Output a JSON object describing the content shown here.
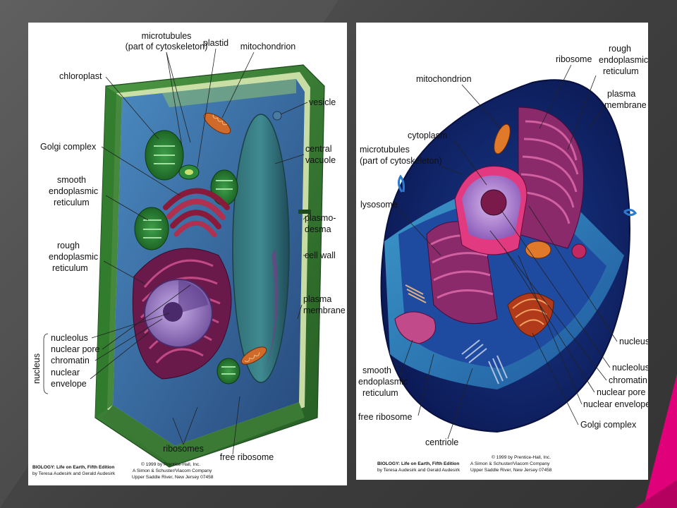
{
  "plant_cell": {
    "labels": {
      "microtubules": "microtubules",
      "microtubules_sub": "(part of cytoskeleton)",
      "plastid": "plastid",
      "mitochondrion": "mitochondrion",
      "chloroplast": "chloroplast",
      "vesicle": "vesicle",
      "golgi": "Golgi complex",
      "central_vacuole_1": "central",
      "central_vacuole_2": "vacuole",
      "smooth_er_1": "smooth",
      "smooth_er_2": "endoplasmic",
      "smooth_er_3": "reticulum",
      "plasmodesma_1": "plasmo-",
      "plasmodesma_2": "desma",
      "rough_er_1": "rough",
      "rough_er_2": "endoplasmic",
      "rough_er_3": "reticulum",
      "cell_wall": "cell wall",
      "plasma_membrane_1": "plasma",
      "plasma_membrane_2": "membrane",
      "nucleolus": "nucleolus",
      "nuclear_pore": "nuclear pore",
      "chromatin": "chromatin",
      "nuclear_envelope_1": "nuclear",
      "nuclear_envelope_2": "envelope",
      "nucleus_bracket": "nucleus",
      "ribosomes": "ribosomes",
      "free_ribosome": "free ribosome"
    },
    "credits": {
      "book_title": "BIOLOGY: Life on Earth, Fifth Edition",
      "authors": "by Teresa Audesirk and Gerald Audesirk",
      "copyright_1": "© 1999 by Prentice-Hall, Inc.",
      "copyright_2": "A Simon & Schuster/Viacom Company",
      "copyright_3": "Upper Saddle River, New Jersey 07458"
    }
  },
  "animal_cell": {
    "labels": {
      "ribosome": "ribosome",
      "rough_er_1": "rough",
      "rough_er_2": "endoplasmic",
      "rough_er_3": "reticulum",
      "mitochondrion": "mitochondrion",
      "plasma_membrane_1": "plasma",
      "plasma_membrane_2": "membrane",
      "cytoplasm": "cytoplasm",
      "microtubules_1": "microtubules",
      "microtubules_2": "(part of cytoskeleton)",
      "lysosome": "lysosome",
      "nucleus": "nucleus",
      "nucleolus": "nucleolus",
      "smooth_er_1": "smooth",
      "smooth_er_2": "endoplasmic",
      "smooth_er_3": "reticulum",
      "chromatin": "chromatin",
      "nuclear_pore": "nuclear pore",
      "nuclear_envelope": "nuclear envelope",
      "free_ribosome": "free ribosome",
      "golgi": "Golgi complex",
      "centriole": "centriole"
    },
    "credits": {
      "copyright_1": "© 1999 by Prentice-Hall, Inc.",
      "book_title": "BIOLOGY: Life on Earth, Fifth Edition",
      "copyright_2": "A Simon & Schuster/Viacom Company",
      "authors": "by Teresa Audesirk and Gerald Audesirk",
      "copyright_3": "Upper Saddle River, New Jersey 07458"
    }
  },
  "colors": {
    "slide_background": "#4a4a4a",
    "accent": "#e0007a",
    "cell_wall_green": "#3f8a3a",
    "cytoplasm_blue": "#3d6fa8",
    "vacuole_teal": "#2f6f78",
    "er_magenta": "#8a2a5a",
    "nucleus_violet": "#9a78c8"
  }
}
